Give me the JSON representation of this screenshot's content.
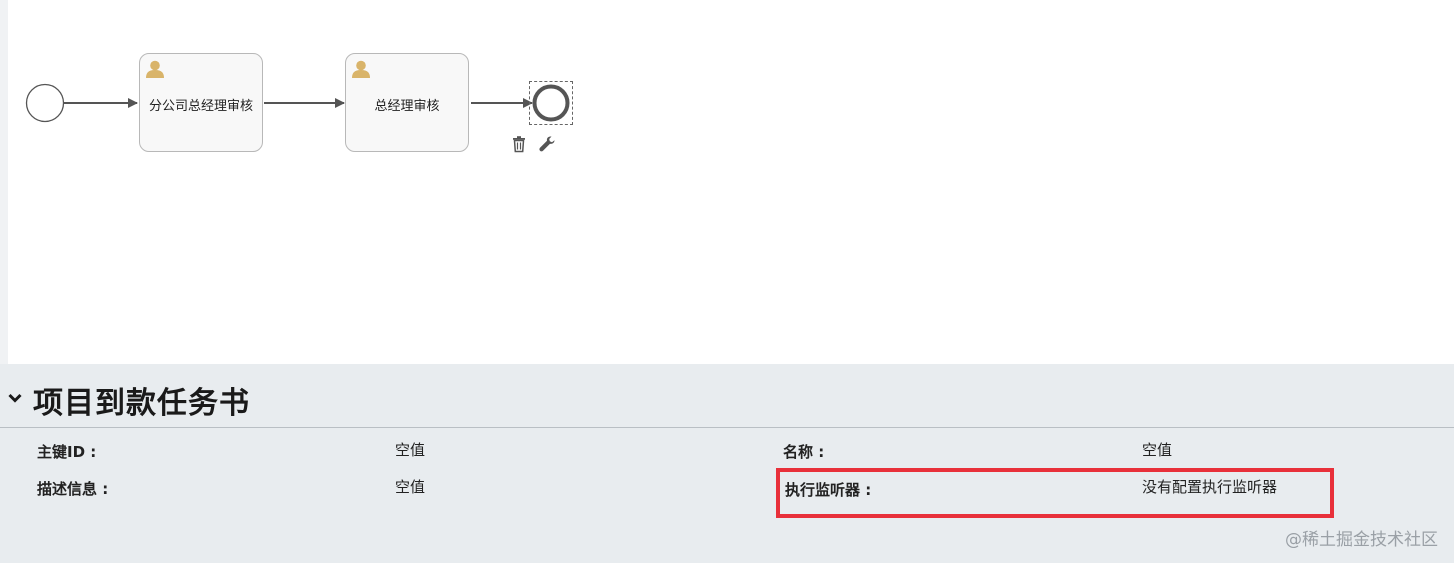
{
  "diagram": {
    "tasks": [
      {
        "label": "分公司总经理审核"
      },
      {
        "label": "总经理审核"
      }
    ],
    "icons": {
      "task_icon": "user-icon",
      "delete": "trash-icon",
      "edit": "wrench-icon"
    },
    "colors": {
      "user_icon": "#d9b46a",
      "flow_line": "#555555",
      "end_event": "#555555"
    }
  },
  "panel": {
    "title": "项目到款任务书",
    "toggle_icon": "chevron-down-icon",
    "fields": {
      "id": {
        "label": "主键ID :",
        "value": "空值"
      },
      "name": {
        "label": "名称 :",
        "value": "空值"
      },
      "description": {
        "label": "描述信息 :",
        "value": "空值"
      },
      "listener": {
        "label": "执行监听器 :",
        "value": "没有配置执行监听器"
      }
    },
    "highlight_color": "#e8303a"
  },
  "watermark": "@稀土掘金技术社区"
}
